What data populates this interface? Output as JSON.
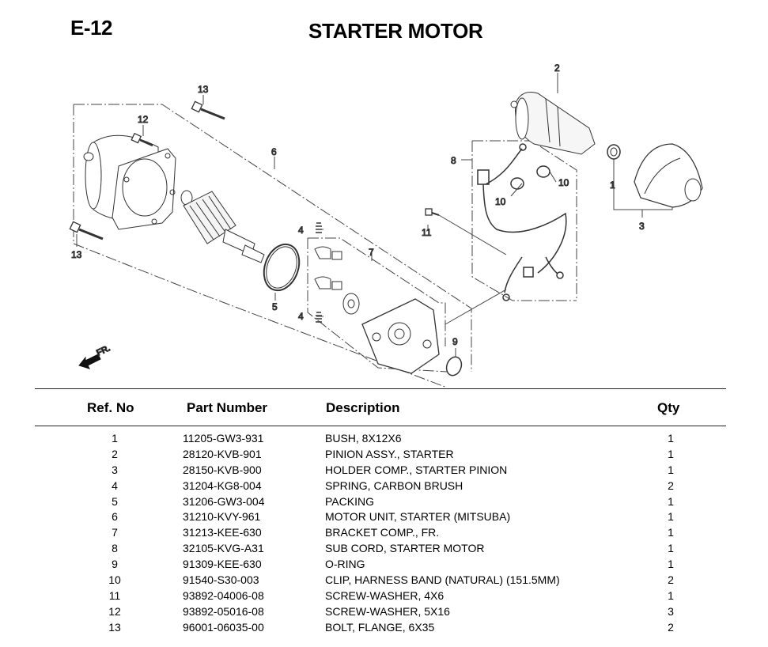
{
  "header": {
    "section_code": "E-12",
    "title": "STARTER MOTOR"
  },
  "diagram": {
    "front_indicator": "FR.",
    "callouts": [
      "1",
      "2",
      "3",
      "4",
      "4",
      "5",
      "6",
      "7",
      "8",
      "9",
      "10",
      "10",
      "11",
      "12",
      "13",
      "13"
    ]
  },
  "table": {
    "columns": {
      "ref": "Ref. No",
      "part": "Part Number",
      "desc": "Description",
      "qty": "Qty"
    },
    "rows": [
      {
        "ref": "1",
        "part": "11205-GW3-931",
        "desc": "BUSH, 8X12X6",
        "qty": "1"
      },
      {
        "ref": "2",
        "part": "28120-KVB-901",
        "desc": "PINION ASSY., STARTER",
        "qty": "1"
      },
      {
        "ref": "3",
        "part": "28150-KVB-900",
        "desc": "HOLDER COMP., STARTER PINION",
        "qty": "1"
      },
      {
        "ref": "4",
        "part": "31204-KG8-004",
        "desc": "SPRING, CARBON BRUSH",
        "qty": "2"
      },
      {
        "ref": "5",
        "part": "31206-GW3-004",
        "desc": "PACKING",
        "qty": "1"
      },
      {
        "ref": "6",
        "part": "31210-KVY-961",
        "desc": "MOTOR UNIT, STARTER (MITSUBA)",
        "qty": "1"
      },
      {
        "ref": "7",
        "part": "31213-KEE-630",
        "desc": "BRACKET COMP., FR.",
        "qty": "1"
      },
      {
        "ref": "8",
        "part": "32105-KVG-A31",
        "desc": "SUB CORD, STARTER MOTOR",
        "qty": "1"
      },
      {
        "ref": "9",
        "part": "91309-KEE-630",
        "desc": "O-RING",
        "qty": "1"
      },
      {
        "ref": "10",
        "part": "91540-S30-003",
        "desc": "CLIP, HARNESS BAND (NATURAL) (151.5MM)",
        "qty": "2"
      },
      {
        "ref": "11",
        "part": "93892-04006-08",
        "desc": "SCREW-WASHER, 4X6",
        "qty": "1"
      },
      {
        "ref": "12",
        "part": "93892-05016-08",
        "desc": "SCREW-WASHER, 5X16",
        "qty": "3"
      },
      {
        "ref": "13",
        "part": "96001-06035-00",
        "desc": "BOLT, FLANGE, 6X35",
        "qty": "2"
      }
    ]
  },
  "colors": {
    "line": "#333333",
    "text": "#000000",
    "background": "#ffffff"
  }
}
